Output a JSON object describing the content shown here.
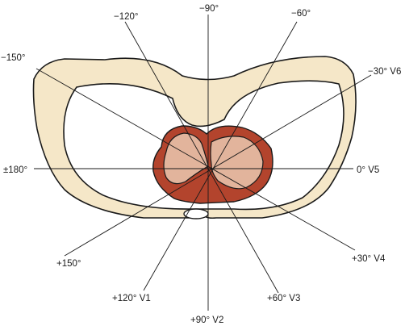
{
  "colors": {
    "thorax_fill": "#f5e7c8",
    "thorax_stroke": "#1a1a1a",
    "lung_fill": "#ffffff",
    "myocardium": "#b3442d",
    "chamber": "#e2b49c",
    "line": "#1a1a1a"
  },
  "axes": [
    {
      "id": "m120",
      "label": "−120°"
    },
    {
      "id": "m90",
      "label": "−90°"
    },
    {
      "id": "m60",
      "label": "−60°"
    },
    {
      "id": "m150",
      "label": "−150°"
    },
    {
      "id": "m30",
      "label": "−30° V6"
    },
    {
      "id": "p180",
      "label": "±180°"
    },
    {
      "id": "p0",
      "label": "0° V5"
    },
    {
      "id": "p150",
      "label": "+150°"
    },
    {
      "id": "p30",
      "label": "+30° V4"
    },
    {
      "id": "p120",
      "label": "+120° V1"
    },
    {
      "id": "p60",
      "label": "+60° V3"
    },
    {
      "id": "p90",
      "label": "+90° V2"
    }
  ]
}
